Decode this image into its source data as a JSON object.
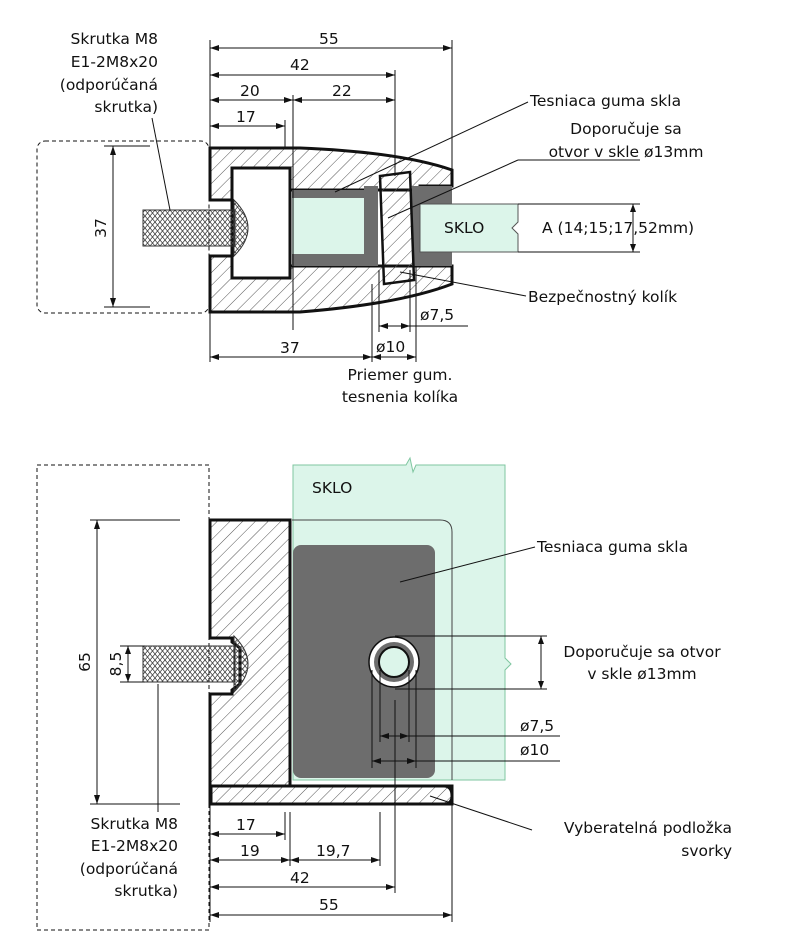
{
  "top": {
    "screw_label": [
      "Skrutka M8",
      "E1-2M8x20",
      "(odporúčaná",
      "skrutka)"
    ],
    "dims": {
      "d55": "55",
      "d42": "42",
      "d20": "20",
      "d22": "22",
      "d17": "17",
      "d37v": "37",
      "d37h": "37",
      "d7_5": "ø7,5",
      "d10": "ø10"
    },
    "glass_label": "SKLO",
    "a_label": "A (14;15;17,52mm)",
    "callouts": {
      "seal": "Tesniaca guma skla",
      "hole": [
        "Doporučuje sa",
        "otvor v skle ø13mm"
      ],
      "pin": "Bezpečnostný kolík",
      "pin_seal": [
        "Priemer gum.",
        "tesnenia kolíka"
      ]
    }
  },
  "bottom": {
    "glass_label": "SKLO",
    "dims": {
      "d65": "65",
      "d8_5": "8,5",
      "d17": "17",
      "d19": "19",
      "d19_7": "19,7",
      "d42": "42",
      "d55": "55",
      "d7_5": "ø7,5",
      "d10": "ø10"
    },
    "screw_label": [
      "Skrutka M8",
      "E1-2M8x20",
      "(odporúčaná",
      "skrutka)"
    ],
    "callouts": {
      "seal": "Tesniaca guma skla",
      "hole": [
        "Doporučuje sa otvor",
        "v skle ø13mm"
      ],
      "pad": [
        "Vyberatelná podložka",
        "svorky"
      ]
    }
  },
  "colors": {
    "glass": "#dcf5ea",
    "glass_stroke": "#7fc6a0",
    "rubber": "#6d6d6d",
    "line": "#111111"
  }
}
